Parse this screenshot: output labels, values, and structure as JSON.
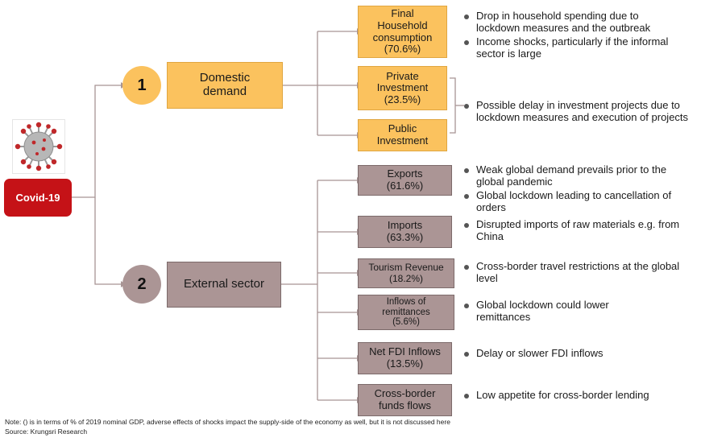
{
  "origin": {
    "label": "Covid-19",
    "image": "virus-icon"
  },
  "colors": {
    "domestic": "#fbc25e",
    "external": "#ab9595",
    "covid": "#c51217",
    "lines": "#a89595"
  },
  "categories": [
    {
      "number": "1",
      "label": "Domestic\ndemand"
    },
    {
      "number": "2",
      "label": "External sector"
    }
  ],
  "domestic_items": [
    {
      "label": "Final\nHousehold\nconsumption\n(70.6%)"
    },
    {
      "label": "Private\nInvestment\n(23.5%)"
    },
    {
      "label": "Public\nInvestment"
    }
  ],
  "external_items": [
    {
      "label": "Exports\n(61.6%)"
    },
    {
      "label": "Imports\n(63.3%)"
    },
    {
      "label": "Tourism Revenue\n(18.2%)"
    },
    {
      "label": "Inflows of\nremittances\n(5.6%)"
    },
    {
      "label": "Net FDI Inflows\n(13.5%)"
    },
    {
      "label": "Cross-border\nfunds flows"
    }
  ],
  "effects": {
    "household": [
      "Drop in household spending due to lockdown measures and the outbreak",
      "Income shocks, particularly if the informal sector is large"
    ],
    "investment": [
      "Possible delay in investment projects due to lockdown measures and execution of projects"
    ],
    "exports": [
      "Weak global demand prevails prior to the global pandemic",
      "Global lockdown leading to cancellation of orders"
    ],
    "imports": [
      "Disrupted imports of raw materials e.g. from China"
    ],
    "tourism": [
      "Cross-border travel restrictions at the global level"
    ],
    "remittances": [
      "Global lockdown could lower remittances"
    ],
    "fdi": [
      "Delay or slower FDI inflows"
    ],
    "funds": [
      "Low appetite for cross-border lending"
    ]
  },
  "footnote": "Note: () is in terms of % of 2019 nominal GDP, adverse effects of shocks impact the supply-side of the economy as well, but it is not discussed here",
  "source": "Source: Krungsri Research"
}
